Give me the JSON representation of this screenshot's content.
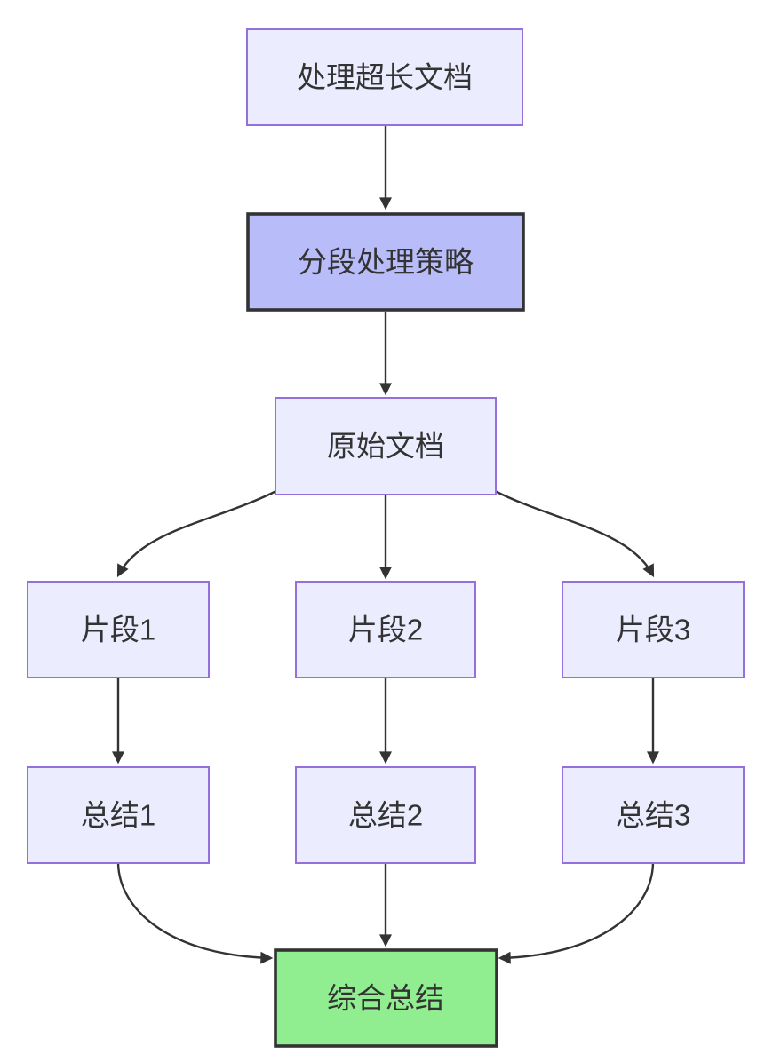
{
  "diagram": {
    "type": "flowchart",
    "direction": "top-down",
    "background": "#FFFFFF",
    "colors": {
      "default_node_fill": "#ECECFF",
      "default_node_border": "#9370DB",
      "strategy_node_fill": "#B8BCF8",
      "strategy_node_border": "#333333",
      "final_node_fill": "#90EE90",
      "final_node_border": "#333333",
      "edge_stroke": "#333333",
      "label_text": "#333333"
    },
    "nodes": {
      "task": {
        "label": "处理超长文档"
      },
      "strategy": {
        "label": "分段处理策略"
      },
      "source_doc": {
        "label": "原始文档"
      },
      "segment1": {
        "label": "片段1"
      },
      "segment2": {
        "label": "片段2"
      },
      "segment3": {
        "label": "片段3"
      },
      "summary1": {
        "label": "总结1"
      },
      "summary2": {
        "label": "总结2"
      },
      "summary3": {
        "label": "总结3"
      },
      "final_summary": {
        "label": "综合总结"
      }
    },
    "edges": [
      {
        "from": "处理超长文档",
        "to": "分段处理策略"
      },
      {
        "from": "分段处理策略",
        "to": "原始文档"
      },
      {
        "from": "原始文档",
        "to": "片段1"
      },
      {
        "from": "原始文档",
        "to": "片段2"
      },
      {
        "from": "原始文档",
        "to": "片段3"
      },
      {
        "from": "片段1",
        "to": "总结1"
      },
      {
        "from": "片段2",
        "to": "总结2"
      },
      {
        "from": "片段3",
        "to": "总结3"
      },
      {
        "from": "总结1",
        "to": "综合总结"
      },
      {
        "from": "总结2",
        "to": "综合总结"
      },
      {
        "from": "总结3",
        "to": "综合总结"
      }
    ]
  }
}
